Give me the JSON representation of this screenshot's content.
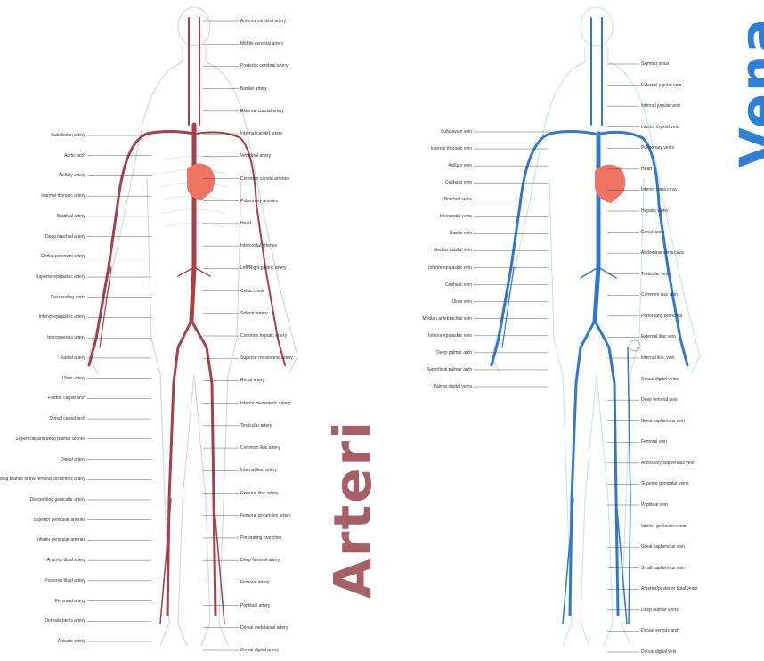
{
  "colors": {
    "artery": "#b2474c",
    "artery_dark": "#8e2f35",
    "artery_light": "#e7a7a0",
    "vein": "#2f78d0",
    "vein_light": "#9fc3ea",
    "heart": "#ef7464",
    "body_outline": "#d7d7d7",
    "artery_title": "#a65f66",
    "vein_title": "#2d80d6"
  },
  "titles": {
    "arteries": "Arteri",
    "veins": "Vena"
  },
  "arteries": {
    "labels_right": [
      "Anterior cerebral artery",
      "Middle cerebral artery",
      "Posterior cerebral artery",
      "Basilar artery",
      "External carotid artery",
      "Internal carotid artery",
      "Vertebral artery",
      "Common carotid arteries",
      "Pulmonary arteries",
      "Heart",
      "Intercostal arteries",
      "Left/Right gastric artery",
      "Celiac trunk",
      "Splenic artery",
      "Common hepatic artery",
      "Superior mesenteric artery",
      "Renal artery",
      "Inferior mesenteric artery",
      "Testicular artery",
      "Common iliac artery",
      "Internal iliac artery",
      "External iliac artery",
      "Femoral circumflex artery",
      "Perforating branches",
      "Deep femoral artery",
      "Femoral artery",
      "Popliteal artery",
      "Dorsal metatarsal artery",
      "Dorsal digital artery"
    ],
    "labels_left": [
      "Subclavian artery",
      "Aortic arch",
      "Axillary artery",
      "Internal thoracic artery",
      "Brachial artery",
      "Deep brachial artery",
      "Radial recurrent artery",
      "Superior epigastric artery",
      "Descending aorta",
      "Inferior epigastric artery",
      "Interosseous artery",
      "Radial artery",
      "Ulnar artery",
      "Palmar carpal arch",
      "Dorsal carpal arch",
      "Superficial and deep palmar arches",
      "Digital artery",
      "Descending branch of the femoral circumflex artery",
      "Descending genicular artery",
      "Superior genicular arteries",
      "Inferior genicular arteries",
      "Anterior tibial artery",
      "Posterior tibial artery",
      "Peroneal artery",
      "Dorsalis pedis artery",
      "Arcuate artery"
    ]
  },
  "veins": {
    "labels_right": [
      "Sigmoid sinus",
      "External jugular vein",
      "Internal jugular vein",
      "Inferior thyroid vein",
      "Pulmonary veins",
      "Heart",
      "Inferior vena cava",
      "Hepatic veins",
      "Renal veins",
      "Abdominal vena cava",
      "Testicular vein",
      "Common iliac vein",
      "Perforating branches",
      "External iliac vein",
      "Internal iliac vein",
      "Dorsal digital veins",
      "Deep femoral vein",
      "Great saphenous vein",
      "Femoral vein",
      "Accessory saphenous vein",
      "Superior genicular veins",
      "Popliteal vein",
      "Inferior genicular veins",
      "Great saphenous vein",
      "Small saphenous vein",
      "Anterior/posterior tibial veins",
      "Deep plantar veins",
      "Dorsal venous arch",
      "Dorsal digital vein"
    ],
    "labels_left": [
      "Subclavian vein",
      "Internal thoracic vein",
      "Axillary vein",
      "Cephalic vein",
      "Brachial veins",
      "Intercostal veins",
      "Basilic vein",
      "Median cubital vein",
      "Inferior epigastric vein",
      "Cephalic vein",
      "Ulnar vein",
      "Median antebrachial vein",
      "Inferior epigastric vein",
      "Deep palmar arch",
      "Superficial palmar arch",
      "Palmar digital veins"
    ]
  }
}
